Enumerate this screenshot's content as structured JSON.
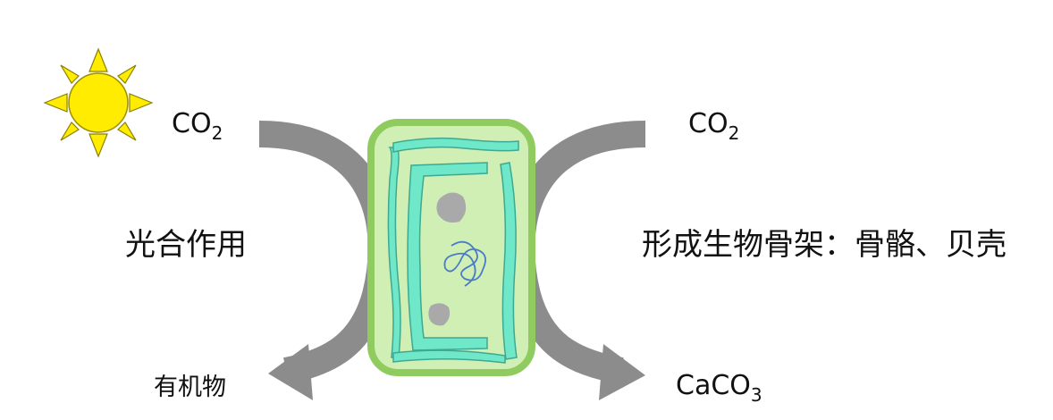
{
  "left_process": {
    "input": {
      "text": "CO",
      "subscript": "2"
    },
    "process_label": "光合作用",
    "output": "有机物"
  },
  "right_process": {
    "input": {
      "text": "CO",
      "subscript": "2"
    },
    "process_label": "形成生物骨架：骨骼、贝壳",
    "output": {
      "text": "CaCO",
      "subscript": "3"
    }
  },
  "icons": [
    "sun-icon",
    "algae-cell-icon",
    "curved-arrow-icon"
  ],
  "colors": {
    "sun": "#FFEC00",
    "sun_stroke": "#9A8F00",
    "arrow": "#8C8C8C",
    "cell_wall": "#8FCB5F",
    "cell_fill": "#CFEFB5",
    "chloroplast": "#6EE8C8",
    "nucleus": "#A9A9A9",
    "dna": "#4A7BC8"
  }
}
